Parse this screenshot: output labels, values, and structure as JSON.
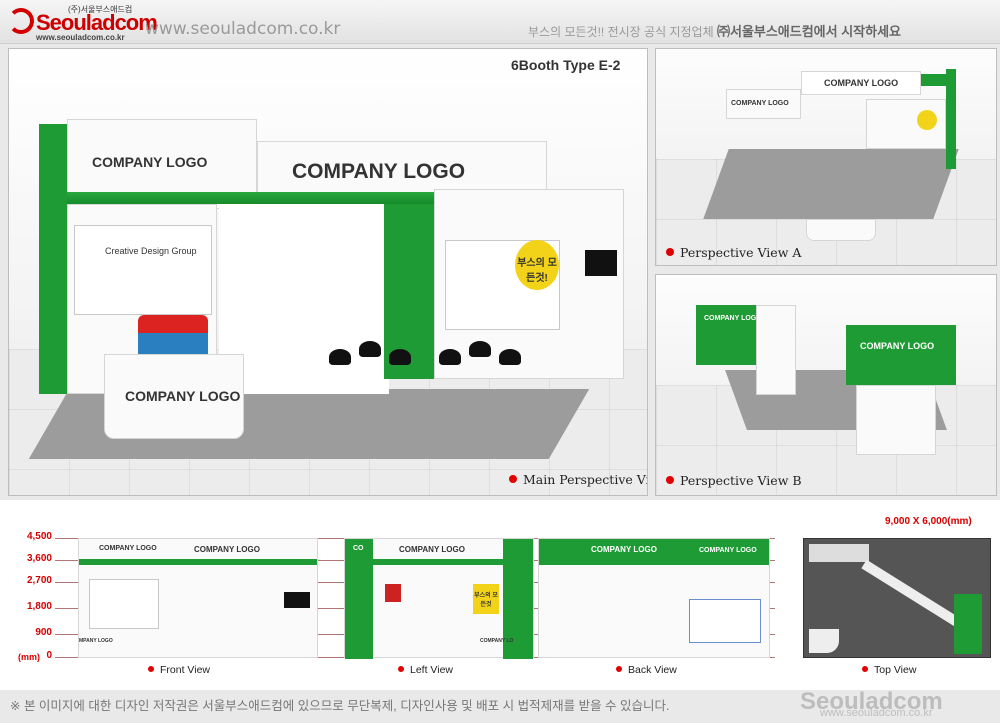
{
  "header": {
    "logo_text": "Seouladcom",
    "logo_korean": "(주)서울부스애드컴",
    "logo_url": "www.seouladcom.co.kr",
    "site_url": "www.seouladcom.co.kr",
    "tagline_prefix": "부스의 모든것!! 전시장 공식 지정업체",
    "tagline_company": "㈜서울부스애드컴에서 시작하세요"
  },
  "main_view": {
    "title": "6Booth Type E-2",
    "caption": "Main Perspective View",
    "logos": [
      "COMPANY LOGO",
      "COMPANY LOGO",
      "COMPANY LOGO"
    ],
    "bubble_text": "부스의 모든것!",
    "poster_text": "Creative Design Group"
  },
  "perspective_a": {
    "caption": "Perspective View A",
    "logos": [
      "COMPANY LOGO",
      "COMPANY LOGO"
    ]
  },
  "perspective_b": {
    "caption": "Perspective View B",
    "logos": [
      "COMPANY LOGO",
      "COMPANY LOGO"
    ]
  },
  "elevations": {
    "unit": "(mm)",
    "height_ticks": [
      "4,500",
      "3,600",
      "2,700",
      "1,800",
      "900",
      "0"
    ],
    "dimension_label": "9,000 X 6,000(mm)",
    "front": {
      "caption": "Front View",
      "logos": [
        "COMPANY LOGO",
        "COMPANY LOGO"
      ],
      "counter_logo": "MPANY LOGO"
    },
    "left": {
      "caption": "Left View",
      "logos": [
        "CO",
        "COMPANY LOGO"
      ],
      "counter_logo": "COMPANY LO",
      "bubble": "부스의 모든것"
    },
    "back": {
      "caption": "Back View",
      "logos": [
        "COMPANY LOGO",
        "COMPANY LOGO"
      ]
    },
    "top": {
      "caption": "Top View"
    }
  },
  "footer": {
    "notice": "※ 본 이미지에 대한 디자인 저작권은 서울부스애드컴에 있으므로 무단복제, 디자인사용 및 배포 시 법적제재를 받을 수 있습니다.",
    "logo_text": "Seouladcom",
    "url": "www.seouladcom.co.kr"
  },
  "colors": {
    "accent_green": "#1f9b35",
    "brand_red": "#d40000",
    "dimension_red": "#e00000"
  }
}
